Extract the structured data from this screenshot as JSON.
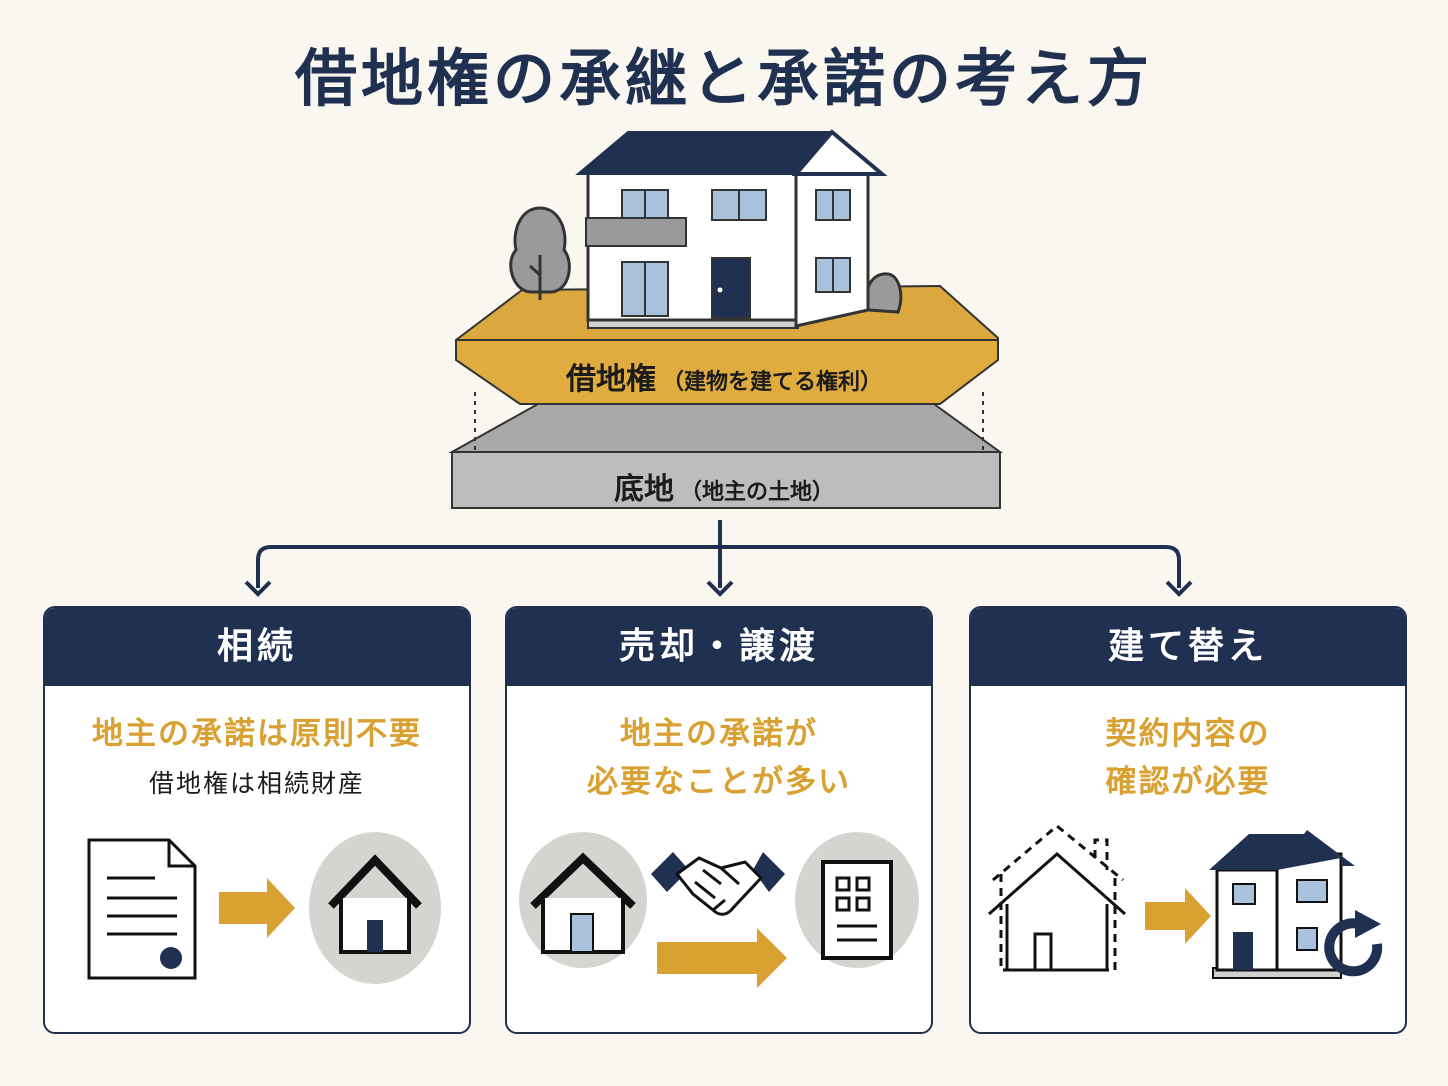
{
  "title": "借地権の承継と承諾の考え方",
  "layers": {
    "shakuchi": {
      "label": "借地権",
      "note": "（建物を建てる権利）"
    },
    "sokochi": {
      "label": "底地",
      "note": "（地主の土地）"
    }
  },
  "cards": [
    {
      "header": "相続",
      "main": "地主の承諾は原則不要",
      "sub": "借地権は相続財産"
    },
    {
      "header": "売却・譲渡",
      "main_line1": "地主の承諾が",
      "main_line2": "必要なことが多い"
    },
    {
      "header": "建て替え",
      "main_line1": "契約内容の",
      "main_line2": "確認が必要"
    }
  ],
  "colors": {
    "navy": "#1f3050",
    "gold": "#d9a132",
    "gray": "#bdbdbd",
    "background": "#faf7f0"
  }
}
